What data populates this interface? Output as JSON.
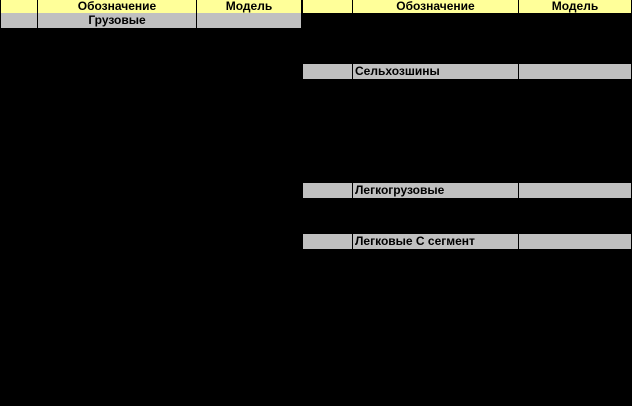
{
  "left_table": {
    "headers": {
      "col0": "",
      "designation": "Обозначение",
      "model": "Модель"
    },
    "groups": [
      {
        "label": "Грузовые"
      }
    ]
  },
  "right_table": {
    "headers": {
      "col0": "",
      "designation": "Обозначение",
      "model": "Модель"
    },
    "groups": [
      {
        "label": "Сельхозшины"
      },
      {
        "label": "Легкогрузовые"
      },
      {
        "label": "Легковые С сегмент"
      }
    ]
  },
  "colors": {
    "background": "#000000",
    "header_fill": "#ffff99",
    "group_fill": "#c0c0c0"
  }
}
